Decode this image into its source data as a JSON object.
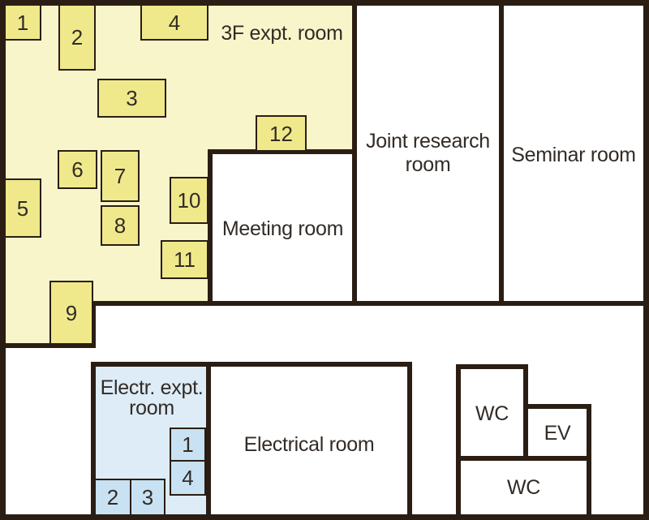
{
  "rooms": {
    "expt": {
      "label": "3F expt. room"
    },
    "joint": {
      "label": "Joint research room"
    },
    "seminar": {
      "label": "Seminar room"
    },
    "meeting": {
      "label": "Meeting room"
    },
    "electr_expt": {
      "label": "Electr. expt. room"
    },
    "electrical": {
      "label": "Electrical room"
    },
    "wc_upper": {
      "label": "WC"
    },
    "ev": {
      "label": "EV"
    },
    "wc_lower": {
      "label": "WC"
    }
  },
  "expt_equipment": [
    {
      "id": "1"
    },
    {
      "id": "2"
    },
    {
      "id": "3"
    },
    {
      "id": "4"
    },
    {
      "id": "5"
    },
    {
      "id": "6"
    },
    {
      "id": "7"
    },
    {
      "id": "8"
    },
    {
      "id": "9"
    },
    {
      "id": "10"
    },
    {
      "id": "11"
    },
    {
      "id": "12"
    }
  ],
  "electr_equipment": [
    {
      "id": "1"
    },
    {
      "id": "4"
    },
    {
      "id": "2"
    },
    {
      "id": "3"
    }
  ],
  "colors": {
    "wall": "#2a1e14",
    "expt_room_fill": "#f8f5ca",
    "expt_box_fill": "#f0e98c",
    "electr_room_fill": "#ddecf7",
    "electr_box_fill": "#c8e2f3",
    "text": "#322b26"
  }
}
